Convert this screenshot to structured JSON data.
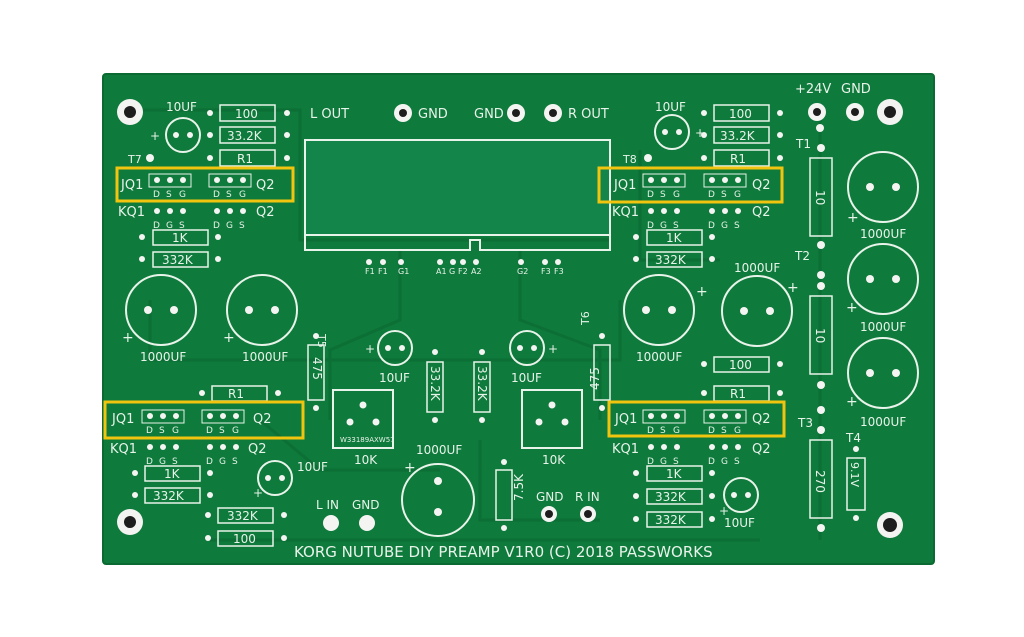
{
  "board": {
    "title": "KORG NUTUBE DIY PREAMP V1R0 (C) 2018 PASSWORKS",
    "colors": {
      "pcb": "#0e7a3b",
      "pcb_dark": "#0a6a32",
      "trace": "#0c6f35",
      "silkscreen": "#e8f3ea",
      "pad": "#f4f4f2",
      "highlight": "#f1c40f"
    },
    "connectors": {
      "l_out": "L OUT",
      "gnd_a": "GND",
      "gnd_b": "GND",
      "r_out": "R OUT",
      "plus24v": "+24V",
      "gnd_power": "GND",
      "l_in": "L IN",
      "gnd_lin": "GND",
      "gnd_rin": "GND",
      "r_in": "R IN"
    },
    "tube_pins": [
      "F1",
      "F1",
      "G1",
      "A1",
      "G",
      "F2",
      "A2",
      "G2",
      "F3",
      "F3"
    ],
    "jfet": {
      "jq1": "JQ1",
      "kq1": "KQ1",
      "q2": "Q2",
      "d": "D",
      "s": "S",
      "g": "G"
    },
    "test_points": {
      "t1": "T1",
      "t2": "T2",
      "t3": "T3",
      "t4": "T4",
      "t5": "T5",
      "t6": "T6",
      "t7": "T7",
      "t8": "T8"
    },
    "resistors": {
      "r100": "100",
      "r33k": "33.2K",
      "r1": "R1",
      "r1k": "1K",
      "r332k": "332K",
      "r10": "10",
      "r475": "475",
      "r270": "270",
      "r75k": "7.5K",
      "z91v": "9.1V"
    },
    "capacitors": {
      "c10uf": "10UF",
      "c1000uf": "1000UF",
      "plus": "+"
    },
    "pots": {
      "value": "10K",
      "marking": "W33189AXW57"
    }
  }
}
